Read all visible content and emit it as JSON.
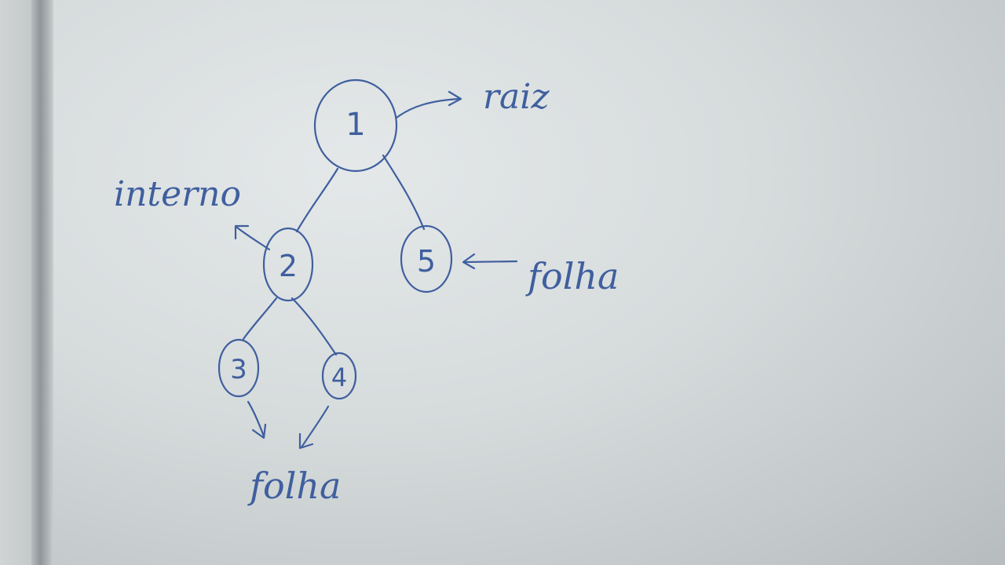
{
  "diagram": {
    "nodes": [
      {
        "id": "1",
        "label": "1"
      },
      {
        "id": "2",
        "label": "2"
      },
      {
        "id": "3",
        "label": "3"
      },
      {
        "id": "4",
        "label": "4"
      },
      {
        "id": "5",
        "label": "5"
      }
    ],
    "edges": [
      {
        "from": "1",
        "to": "2"
      },
      {
        "from": "1",
        "to": "5"
      },
      {
        "from": "2",
        "to": "3"
      },
      {
        "from": "2",
        "to": "4"
      }
    ],
    "annotations": {
      "root_label": "raiz",
      "internal_label": "interno",
      "leaf_label_right": "folha",
      "leaf_label_bottom": "folha"
    },
    "colors": {
      "ink": "#3f5f9e",
      "board": "#d6dbdc"
    }
  }
}
